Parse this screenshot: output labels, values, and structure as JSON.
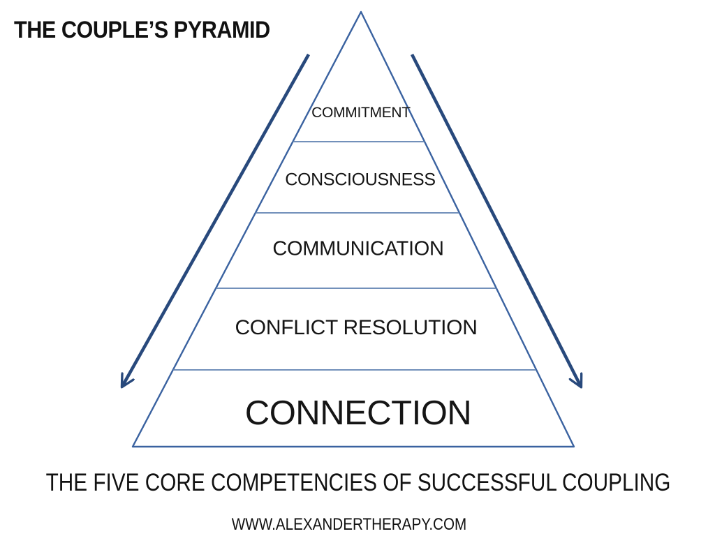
{
  "title": "THE COUPLE’S PYRAMID",
  "pyramid": {
    "levels": [
      {
        "label": "COMMITMENT"
      },
      {
        "label": "CONSCIOUSNESS"
      },
      {
        "label": "COMMUNICATION"
      },
      {
        "label": "CONFLICT RESOLUTION"
      },
      {
        "label": "CONNECTION"
      }
    ]
  },
  "footer": {
    "heading": "THE FIVE CORE COMPETENCIES OF SUCCESSFUL COUPLING",
    "website": "WWW.ALEXANDERTHERAPY.COM"
  },
  "colors": {
    "pyramid_outline": "#3a62a0",
    "level_divider": "#5e81b0",
    "flow_arrow": "#28497c",
    "text": "#111111",
    "background": "#ffffff"
  }
}
